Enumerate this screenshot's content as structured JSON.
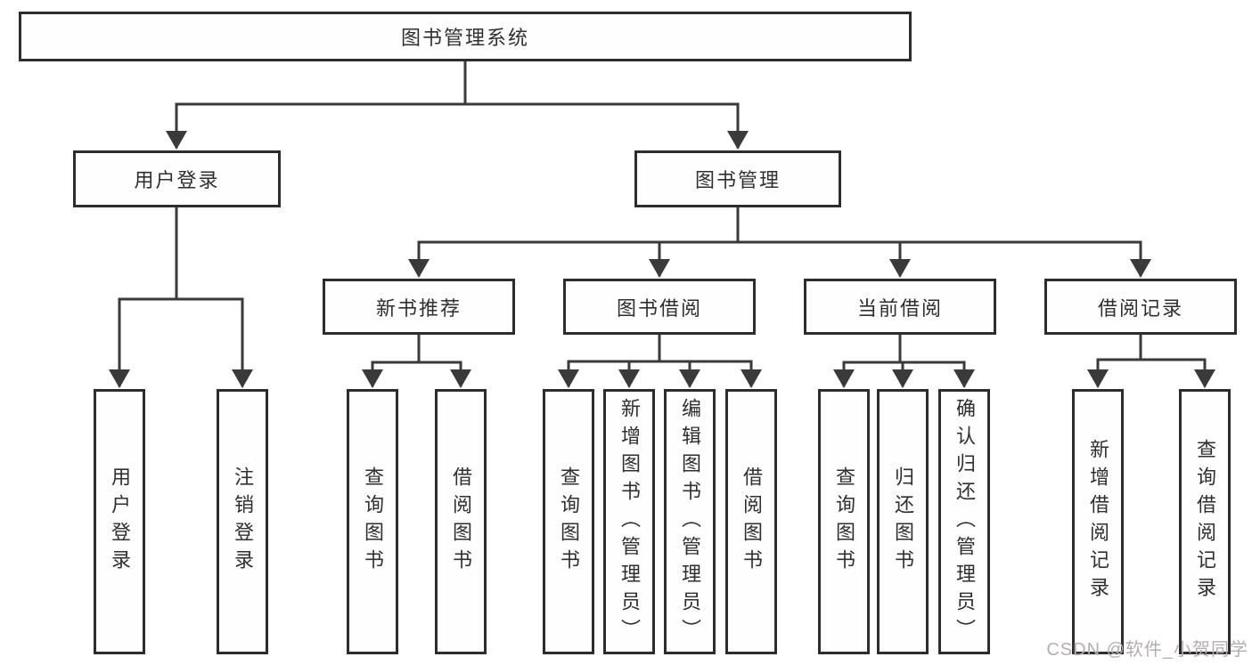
{
  "diagram": {
    "title": "图书管理系统",
    "level2": [
      {
        "label": "用户登录"
      },
      {
        "label": "图书管理"
      }
    ],
    "level3": [
      {
        "label": "新书推荐",
        "parent": "图书管理"
      },
      {
        "label": "图书借阅",
        "parent": "图书管理"
      },
      {
        "label": "当前借阅",
        "parent": "图书管理"
      },
      {
        "label": "借阅记录",
        "parent": "图书管理"
      }
    ],
    "leaves": [
      {
        "label": "用户登录",
        "parent": "用户登录"
      },
      {
        "label": "注销登录",
        "parent": "用户登录"
      },
      {
        "label": "查询图书",
        "parent": "新书推荐"
      },
      {
        "label": "借阅图书",
        "parent": "新书推荐"
      },
      {
        "label": "查询图书",
        "parent": "图书借阅"
      },
      {
        "label": "新增图书（管理员）",
        "parent": "图书借阅"
      },
      {
        "label": "编辑图书（管理员）",
        "parent": "图书借阅"
      },
      {
        "label": "借阅图书",
        "parent": "图书借阅"
      },
      {
        "label": "查询图书",
        "parent": "当前借阅"
      },
      {
        "label": "归还图书",
        "parent": "当前借阅"
      },
      {
        "label": "确认归还（管理员）",
        "parent": "当前借阅"
      },
      {
        "label": "新增借阅记录",
        "parent": "借阅记录"
      },
      {
        "label": "查询借阅记录",
        "parent": "借阅记录"
      }
    ],
    "colors": {
      "line": "#3a3a3a",
      "box_border": "#2d2d2d",
      "text": "#2f2f2f"
    }
  },
  "watermark": {
    "text": "CSDN @软件_小贺同学"
  }
}
